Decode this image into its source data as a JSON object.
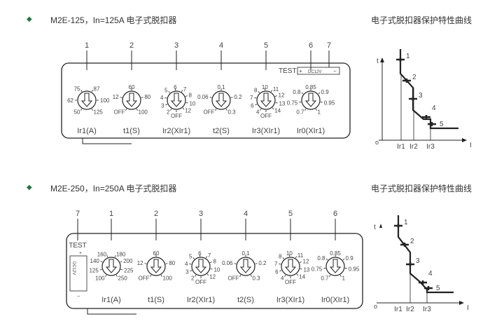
{
  "sections": [
    {
      "title": "M2E-125，In=125A 电子式脱扣器",
      "curve_title": "电子式脱扣器保护特性曲线",
      "callouts": [
        "1",
        "2",
        "3",
        "4",
        "5",
        "6",
        "7"
      ],
      "test_label": "TEST",
      "test_plus": "+",
      "test_minus": "−",
      "test_voltage": "DC12V",
      "dials": [
        {
          "name": "Ir1(A)",
          "ticks": [
            "50",
            "62",
            "75",
            "87",
            "100",
            "125"
          ]
        },
        {
          "name": "t1(S)",
          "ticks": [
            "OFF",
            "12",
            "60",
            "80",
            "100"
          ]
        },
        {
          "name": "Ir2(XIr1)",
          "ticks": [
            "2",
            "3",
            "4",
            "5",
            "6",
            "7",
            "8",
            "10",
            "12",
            "OFF"
          ]
        },
        {
          "name": "t2(S)",
          "ticks": [
            "OFF",
            "0.06",
            "0.1",
            "0.2",
            "0.3"
          ]
        },
        {
          "name": "Ir3(XIr1)",
          "ticks": [
            "4",
            "6",
            "7",
            "8",
            "10",
            "11",
            "12",
            "13",
            "14",
            "OFF"
          ]
        },
        {
          "name": "Ir0(XIr1)",
          "ticks": [
            "0.7",
            "0.75",
            "0.8",
            "0.85",
            "0.9",
            "0.95",
            "1"
          ]
        }
      ],
      "graph": {
        "y_label": "t",
        "x_label": "I",
        "origin": "o",
        "x_ticks": [
          "Ir1",
          "Ir2",
          "Ir3"
        ],
        "markers": [
          "1",
          "2",
          "3",
          "4",
          "5"
        ]
      }
    },
    {
      "title": "M2E-250，In=250A 电子式脱扣器",
      "curve_title": "电子式脱扣器保护特性曲线",
      "callouts": [
        "7",
        "1",
        "2",
        "3",
        "4",
        "5",
        "6"
      ],
      "test_label": "TEST",
      "test_plus": "+",
      "test_minus": "−",
      "test_voltage": "DC12V",
      "dials": [
        {
          "name": "Ir1(A)",
          "ticks": [
            "100",
            "125",
            "140",
            "160",
            "180",
            "200",
            "225",
            "250"
          ]
        },
        {
          "name": "t1(S)",
          "ticks": [
            "OFF",
            "12",
            "60",
            "80",
            "100"
          ]
        },
        {
          "name": "Ir2(XIr1)",
          "ticks": [
            "2",
            "3",
            "4",
            "5",
            "6",
            "7",
            "8",
            "10",
            "12",
            "OFF"
          ]
        },
        {
          "name": "t2(S)",
          "ticks": [
            "OFF",
            "0.06",
            "0.1",
            "0.2",
            "0.3"
          ]
        },
        {
          "name": "Ir3(XIr1)",
          "ticks": [
            "4",
            "6",
            "7",
            "8",
            "10",
            "11",
            "12",
            "13",
            "14",
            "OFF"
          ]
        },
        {
          "name": "Ir0(XIr1)",
          "ticks": [
            "0.7",
            "0.75",
            "0.8",
            "0.85",
            "0.9",
            "0.95",
            "1"
          ]
        }
      ],
      "graph": {
        "y_label": "t",
        "x_label": "I",
        "origin": "o",
        "x_ticks": [
          "Ir1",
          "Ir2",
          "Ir3"
        ],
        "markers": [
          "1",
          "2",
          "3",
          "4",
          "5"
        ]
      }
    }
  ],
  "colors": {
    "bullet": "#1a7a3a",
    "line": "#222222",
    "text": "#444444"
  }
}
